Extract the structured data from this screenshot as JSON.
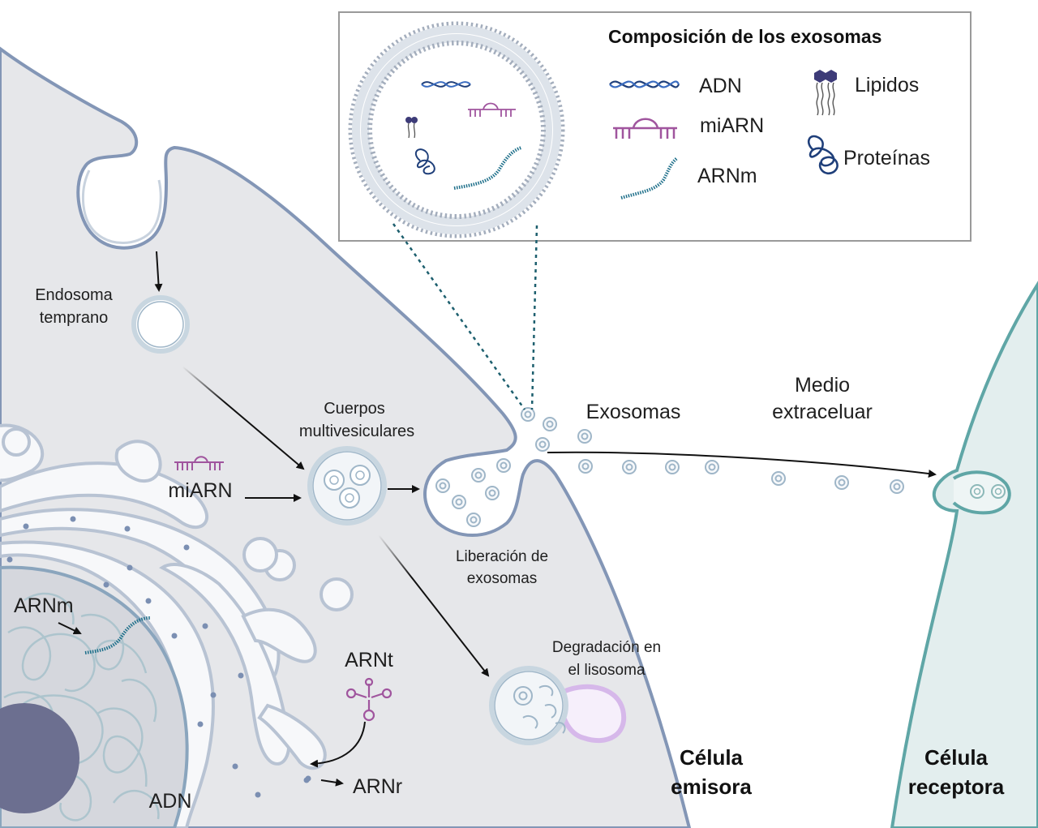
{
  "legend": {
    "title": "Composición de los exosomas",
    "items": {
      "dna": "ADN",
      "mirna": "miARN",
      "mrna": "ARNm",
      "lipids": "Lipidos",
      "proteins": "Proteínas"
    }
  },
  "labels": {
    "early_endosome_1": "Endosoma",
    "early_endosome_2": "temprano",
    "mvb_1": "Cuerpos",
    "mvb_2": "multivesiculares",
    "mirna": "miARN",
    "exosome_release_1": "Liberación de",
    "exosome_release_2": "exosomas",
    "exosomes": "Exosomas",
    "medium_1": "Medio",
    "medium_2": "extraceluar",
    "degradation_1": "Degradación en",
    "degradation_2": "el lisosoma",
    "mrna": "ARNm",
    "trna": "ARNt",
    "rrna": "ARNr",
    "dna": "ADN",
    "emitter_1": "Célula",
    "emitter_2": "emisora",
    "receptor_1": "Célula",
    "receptor_2": "receptora"
  },
  "colors": {
    "cell_fill": "#e6e7ea",
    "membrane": "#8396b6",
    "membrane_light": "#c8d2de",
    "receptor_fill": "#e3eeee",
    "receptor_membrane": "#5fa6a6",
    "mirna": "#a0559e",
    "dna": "#1f3f7a",
    "mrna": "#1e6f8a",
    "lipid_head": "#3d3b78",
    "lysosome": "#d6b8ea",
    "nucleus": "#d2d4d9",
    "nucleolus": "#6c6f90",
    "dashed": "#1d5f6e"
  },
  "icons": [
    "dna-icon",
    "mirna-icon",
    "mrna-icon",
    "lipid-icon",
    "protein-icon",
    "trna-icon"
  ]
}
